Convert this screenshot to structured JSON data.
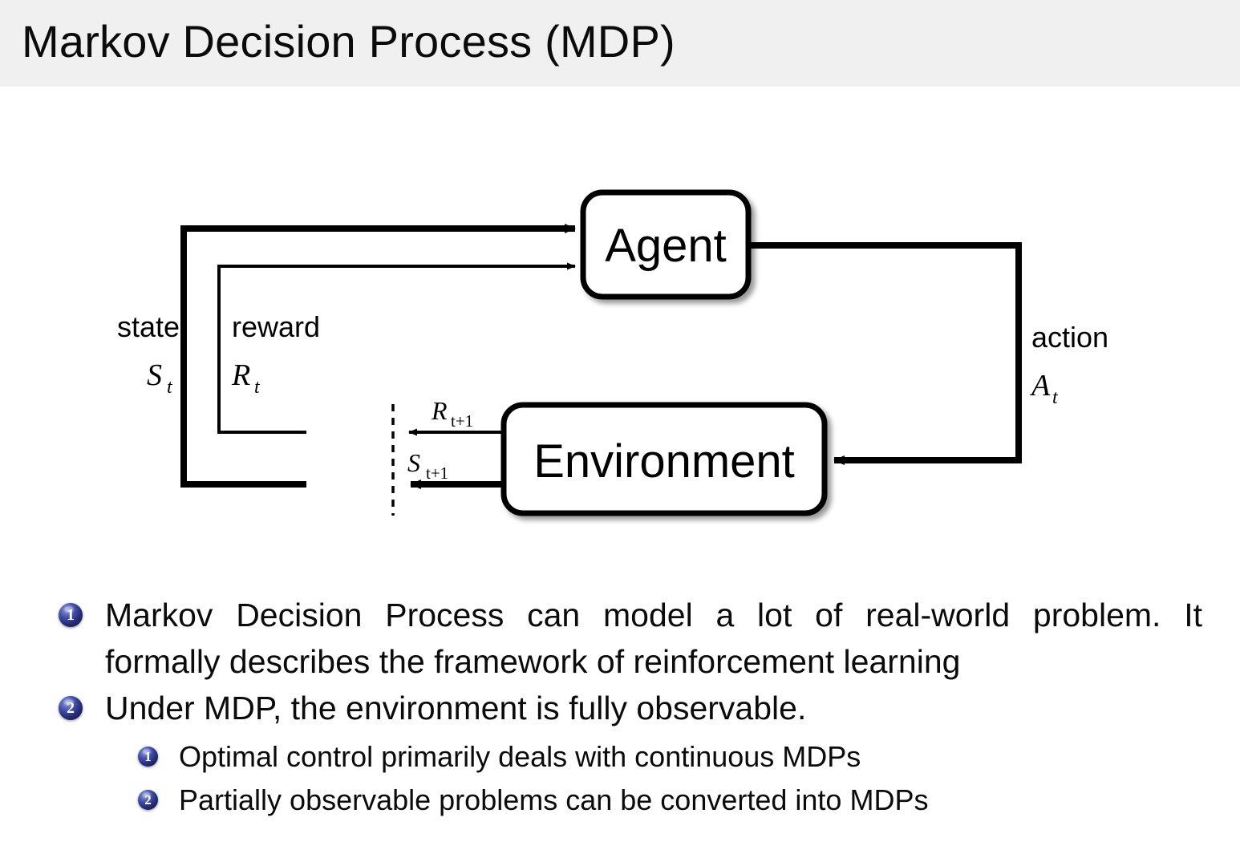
{
  "slide": {
    "title": "Markov Decision Process (MDP)",
    "header_bg": "#f0f0f0",
    "page_bg": "#ffffff",
    "text_color": "#0b0b0b"
  },
  "diagram": {
    "name": "agent-environment-interaction-loop",
    "accent": "#000000",
    "boxes": [
      {
        "id": "agent",
        "label": "Agent"
      },
      {
        "id": "environment",
        "label": "Environment"
      }
    ],
    "labels": {
      "state_word": "state",
      "state_symbol": "S",
      "state_sub": "t",
      "reward_word": "reward",
      "reward_symbol": "R",
      "reward_sub": "t",
      "action_word": "action",
      "action_symbol": "A",
      "action_sub": "t",
      "next_reward_symbol": "R",
      "next_reward_sub": "t+1",
      "next_state_symbol": "S",
      "next_state_sub": "t+1"
    }
  },
  "bullets": {
    "badge_color": "#252c77",
    "items": [
      {
        "number": "1",
        "level": 1,
        "line1": "Markov Decision Process can model a lot of real-world problem. It",
        "line2": "formally describes the framework of reinforcement learning"
      },
      {
        "number": "2",
        "level": 1,
        "line1": "Under MDP, the environment is fully observable.",
        "line2": ""
      },
      {
        "number": "1",
        "level": 2,
        "line1": "Optimal control primarily deals with continuous MDPs"
      },
      {
        "number": "2",
        "level": 2,
        "line1": "Partially observable problems can be converted into MDPs"
      }
    ]
  }
}
